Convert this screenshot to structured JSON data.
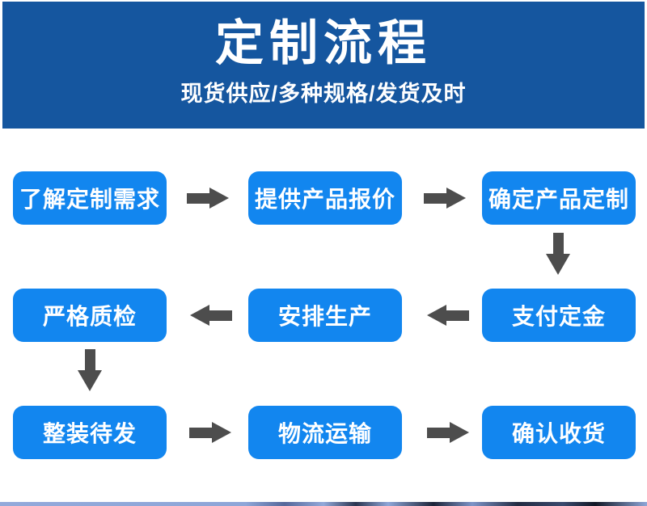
{
  "colors": {
    "header-bg": "#15569f",
    "box-bg": "#1286ef",
    "arrow": "#4d4d4d",
    "text-light": "#ffffff"
  },
  "header": {
    "title": "定制流程",
    "subtitle": "现货供应/多种规格/发货及时"
  },
  "flow": {
    "steps": [
      {
        "order": 1,
        "label": "了解定制需求"
      },
      {
        "order": 2,
        "label": "提供产品报价"
      },
      {
        "order": 3,
        "label": "确定产品定制"
      },
      {
        "order": 4,
        "label": "支付定金"
      },
      {
        "order": 5,
        "label": "安排生产"
      },
      {
        "order": 6,
        "label": "严格质检"
      },
      {
        "order": 7,
        "label": "整装待发"
      },
      {
        "order": 8,
        "label": "物流运输"
      },
      {
        "order": 9,
        "label": "确认收货"
      }
    ]
  }
}
